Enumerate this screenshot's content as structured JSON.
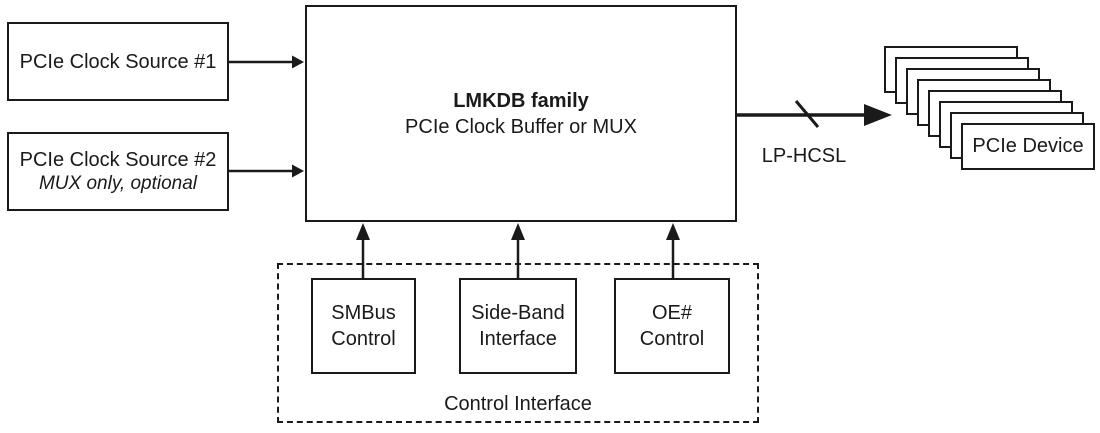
{
  "diagram": {
    "sources": [
      {
        "label": "PCIe Clock Source #1",
        "note": ""
      },
      {
        "label": "PCIe Clock Source #2",
        "note": "MUX only, optional"
      }
    ],
    "main_block": {
      "title": "LMKDB family",
      "subtitle": "PCIe Clock Buffer or MUX"
    },
    "output": {
      "bus_label": "LP-HCSL",
      "device_label": "PCIe Device",
      "device_count": 8
    },
    "control": {
      "container_label": "Control Interface",
      "blocks": [
        {
          "line1": "SMBus",
          "line2": "Control"
        },
        {
          "line1": "Side-Band",
          "line2": "Interface"
        },
        {
          "line1": "OE#",
          "line2": "Control"
        }
      ]
    },
    "colors": {
      "line": "#1a1a1a",
      "background": "#ffffff"
    }
  }
}
